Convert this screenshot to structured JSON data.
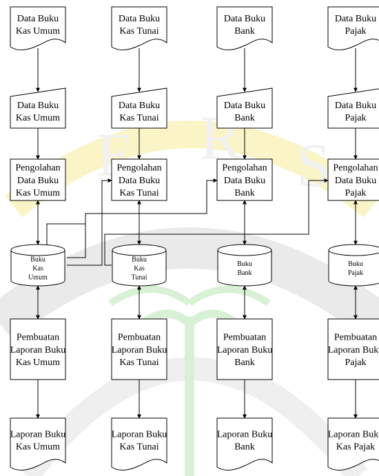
{
  "columns": [
    {
      "key": "umum",
      "source_doc": [
        "Data Buku",
        "Kas Umum"
      ],
      "input": [
        "Data Buku",
        "Kas Umum"
      ],
      "process": [
        "Pengolahan",
        "Data Buku",
        "Kas Umum"
      ],
      "storage": [
        "Buku",
        "Kas",
        "Umum"
      ],
      "report_process": [
        "Pembuatan",
        "Laporan Buku",
        "Kas Umum"
      ],
      "report_doc": [
        "Laporan Buku",
        "Kas Umum"
      ]
    },
    {
      "key": "tunai",
      "source_doc": [
        "Data Buku",
        "Kas Tunai"
      ],
      "input": [
        "Data Buku",
        "Kas Tunai"
      ],
      "process": [
        "Pengolahan",
        "Data Buku",
        "Kas Tunai"
      ],
      "storage": [
        "Buku",
        "Kas",
        "Tunai"
      ],
      "report_process": [
        "Pembuatan",
        "Laporan Buku",
        "Kas Tunai"
      ],
      "report_doc": [
        "Laporan Buku",
        "Kas Tunai"
      ]
    },
    {
      "key": "bank",
      "source_doc": [
        "Data Buku",
        "Bank"
      ],
      "input": [
        "Data Buku",
        "Bank"
      ],
      "process": [
        "Pengolahan",
        "Data Buku",
        "Bank"
      ],
      "storage": [
        "Buku",
        "Bank"
      ],
      "report_process": [
        "Pembuatan",
        "Laporan Buku",
        "Bank"
      ],
      "report_doc": [
        "Laporan Buku",
        "Bank"
      ]
    },
    {
      "key": "pajak",
      "source_doc": [
        "Data Buku",
        "Pajak"
      ],
      "input": [
        "Data Buku",
        "Pajak"
      ],
      "process": [
        "Pengolahan",
        "Data Buku",
        "Pajak"
      ],
      "storage": [
        "Buku",
        "Pajak"
      ],
      "report_process": [
        "Pembuatan",
        "Laporan Buku",
        "Pajak"
      ],
      "report_doc": [
        "Laporan Buku",
        "Kas Pajak"
      ]
    }
  ],
  "colors": {
    "stroke": "#000000",
    "watermark_gray": "#c9c9c9",
    "watermark_yellow": "#f6ec9a",
    "watermark_green": "#a7e0a0"
  }
}
